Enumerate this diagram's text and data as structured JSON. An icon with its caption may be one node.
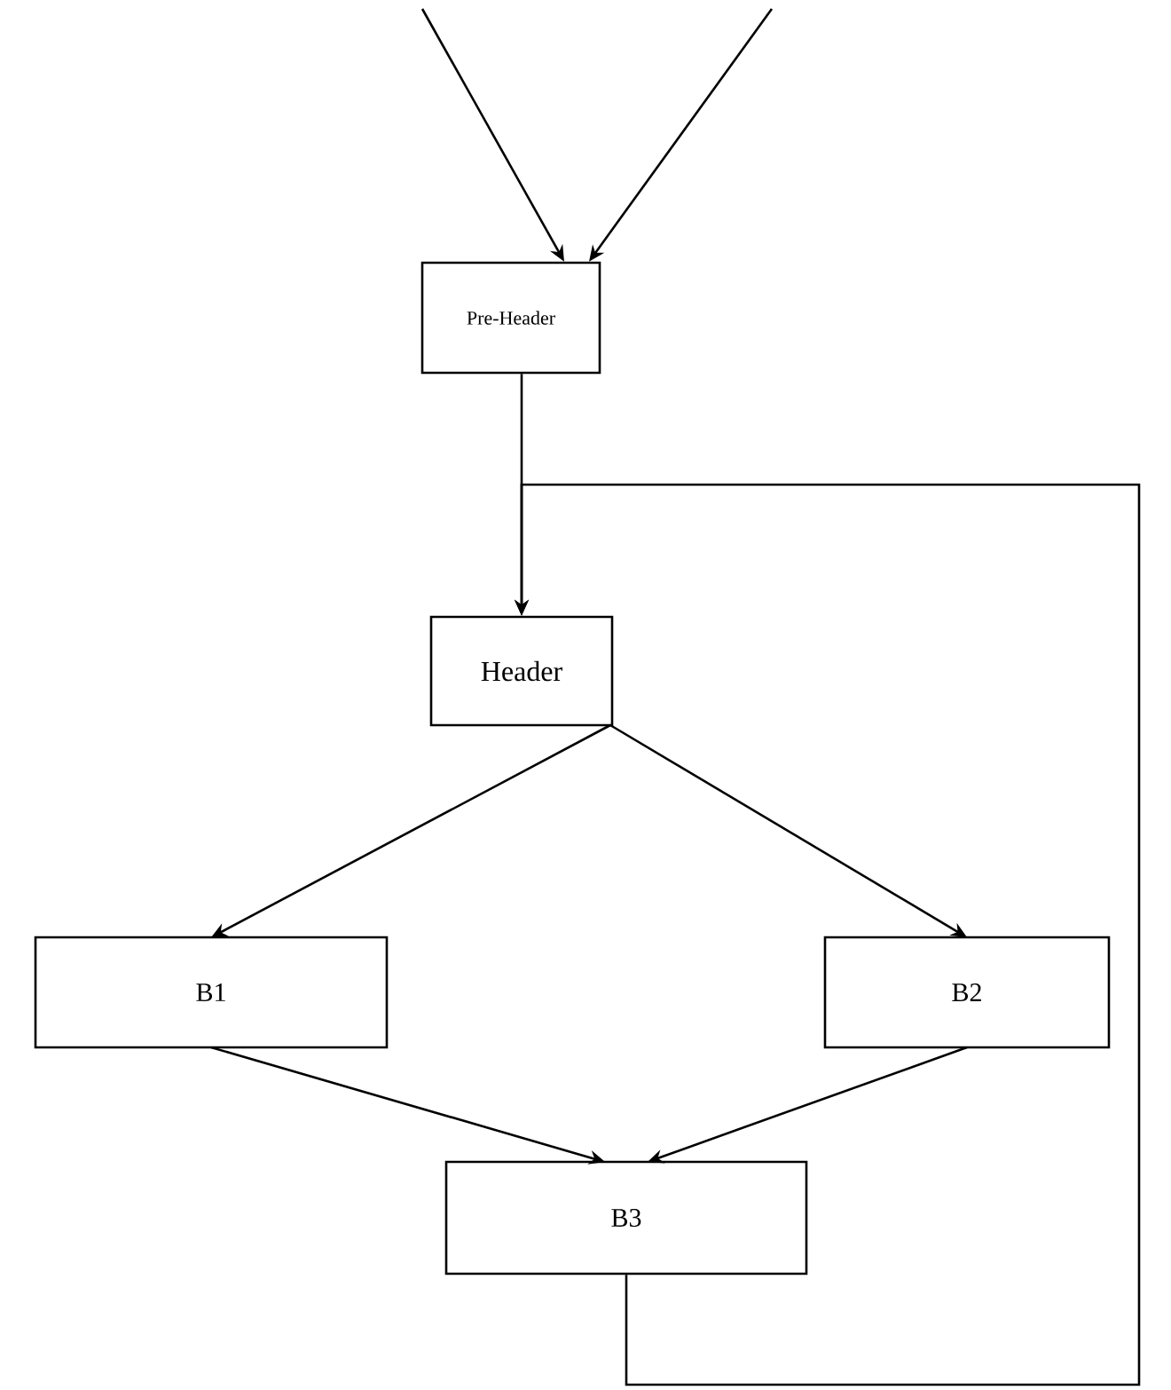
{
  "diagram": {
    "nodes": [
      {
        "text": [
          "Pre-Header"
        ]
      },
      {
        "text": [
          "Header"
        ]
      },
      {
        "text": [
          "B1"
        ]
      },
      {
        "text": [
          "B2"
        ]
      },
      {
        "text": [
          "B3"
        ]
      }
    ],
    "edges": [
      {
        "from": null,
        "to": 0,
        "arrow": "to"
      },
      {
        "from": null,
        "to": 0,
        "arrow": "to"
      },
      {
        "from": 0,
        "to": 1,
        "arrow": "to"
      },
      {
        "from": 1,
        "to": 2,
        "arrow": "to"
      },
      {
        "from": 1,
        "to": 3,
        "arrow": "to"
      },
      {
        "from": 2,
        "to": 4,
        "arrow": "to"
      },
      {
        "from": 3,
        "to": 4,
        "arrow": "to"
      },
      {
        "from": 4,
        "to": 1,
        "arrow": "to"
      }
    ]
  }
}
